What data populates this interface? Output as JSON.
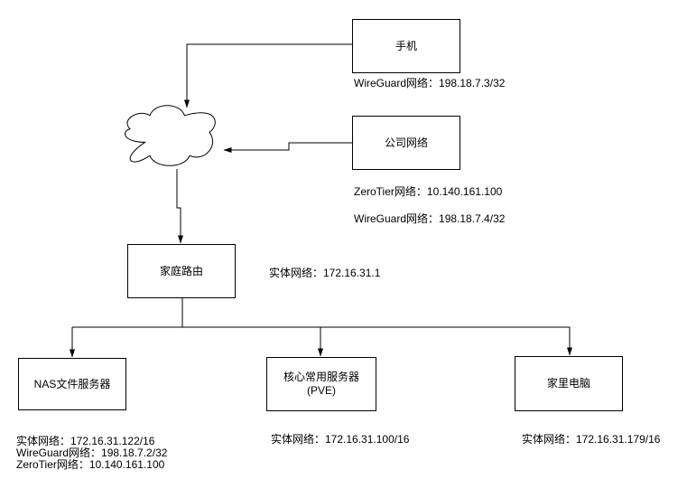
{
  "diagram": {
    "type": "network-topology",
    "colors": {
      "background": "#ffffff",
      "stroke": "#000000",
      "text": "#000000"
    },
    "shapes": {
      "cloud": "internet-cloud"
    },
    "nodes": {
      "phone": {
        "label": "手机"
      },
      "company": {
        "label": "公司网络"
      },
      "router": {
        "label": "家庭路由"
      },
      "nas": {
        "label": "NAS文件服务器"
      },
      "pve": {
        "label_line1": "核心常用服务器",
        "label_line2": "(PVE)"
      },
      "home_pc": {
        "label": "家里电脑"
      }
    },
    "annotations": {
      "phone_wireguard": "WireGuard网络：198.18.7.3/32",
      "company_zerotier": "ZeroTier网络：10.140.161.100",
      "company_wireguard": "WireGuard网络：198.18.7.4/32",
      "router_physical": "实体网络：172.16.31.1",
      "nas_physical": "实体网络：172.16.31.122/16",
      "nas_wireguard": "WireGuard网络：198.18.7.2/32",
      "nas_zerotier": "ZeroTier网络：10.140.161.100",
      "pve_physical": "实体网络：172.16.31.100/16",
      "home_pc_physical": "实体网络：172.16.31.179/16"
    },
    "edges": [
      {
        "from": "phone",
        "to": "cloud"
      },
      {
        "from": "company",
        "to": "cloud"
      },
      {
        "from": "cloud",
        "to": "router"
      },
      {
        "from": "router",
        "to": "nas"
      },
      {
        "from": "router",
        "to": "pve"
      },
      {
        "from": "router",
        "to": "home_pc"
      }
    ]
  }
}
